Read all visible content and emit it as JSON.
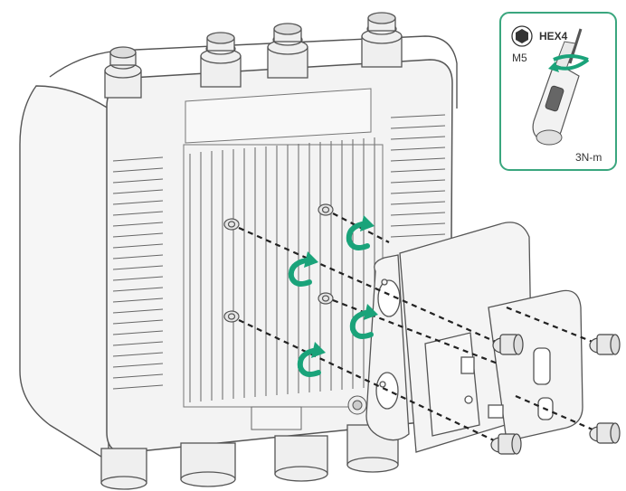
{
  "inset": {
    "bit_type": "HEX4",
    "screw_size": "M5",
    "torque": "3N-m"
  },
  "colors": {
    "accent": "#1aa37a",
    "outline": "#555555",
    "body_fill": "#f2f2f2",
    "inset_border": "#3aa67e"
  },
  "icons": {
    "bit": "hex-socket-icon",
    "rotation": "rotation-arrow-icon",
    "tool": "torque-screwdriver-icon"
  }
}
